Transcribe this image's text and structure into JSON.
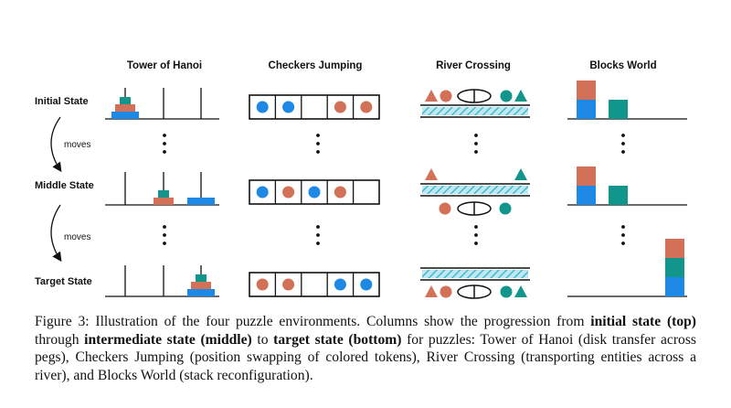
{
  "columns": {
    "hanoi": "Tower of Hanoi",
    "checkers": "Checkers Jumping",
    "river": "River Crossing",
    "blocks": "Blocks World"
  },
  "rows": {
    "initial": "Initial State",
    "middle": "Middle State",
    "target": "Target State"
  },
  "moves_label": "moves",
  "colors": {
    "blue": "#1e88e5",
    "orange": "#d27158",
    "teal": "#12958b",
    "ink": "#111111",
    "water": "#7fd3e3"
  },
  "caption": {
    "prefix": "Figure 3: Illustration of the four puzzle environments. Columns show the progression from ",
    "initial": "initial state (top)",
    "through": " through ",
    "intermediate": "intermediate state (middle)",
    "to": " to ",
    "target": "target state (bottom)",
    "suffix": " for puzzles: Tower of Hanoi (disk transfer across pegs), Checkers Jumping (position swapping of colored tokens), River Crossing (transporting entities across a river), and Blocks World (stack reconfiguration)."
  }
}
